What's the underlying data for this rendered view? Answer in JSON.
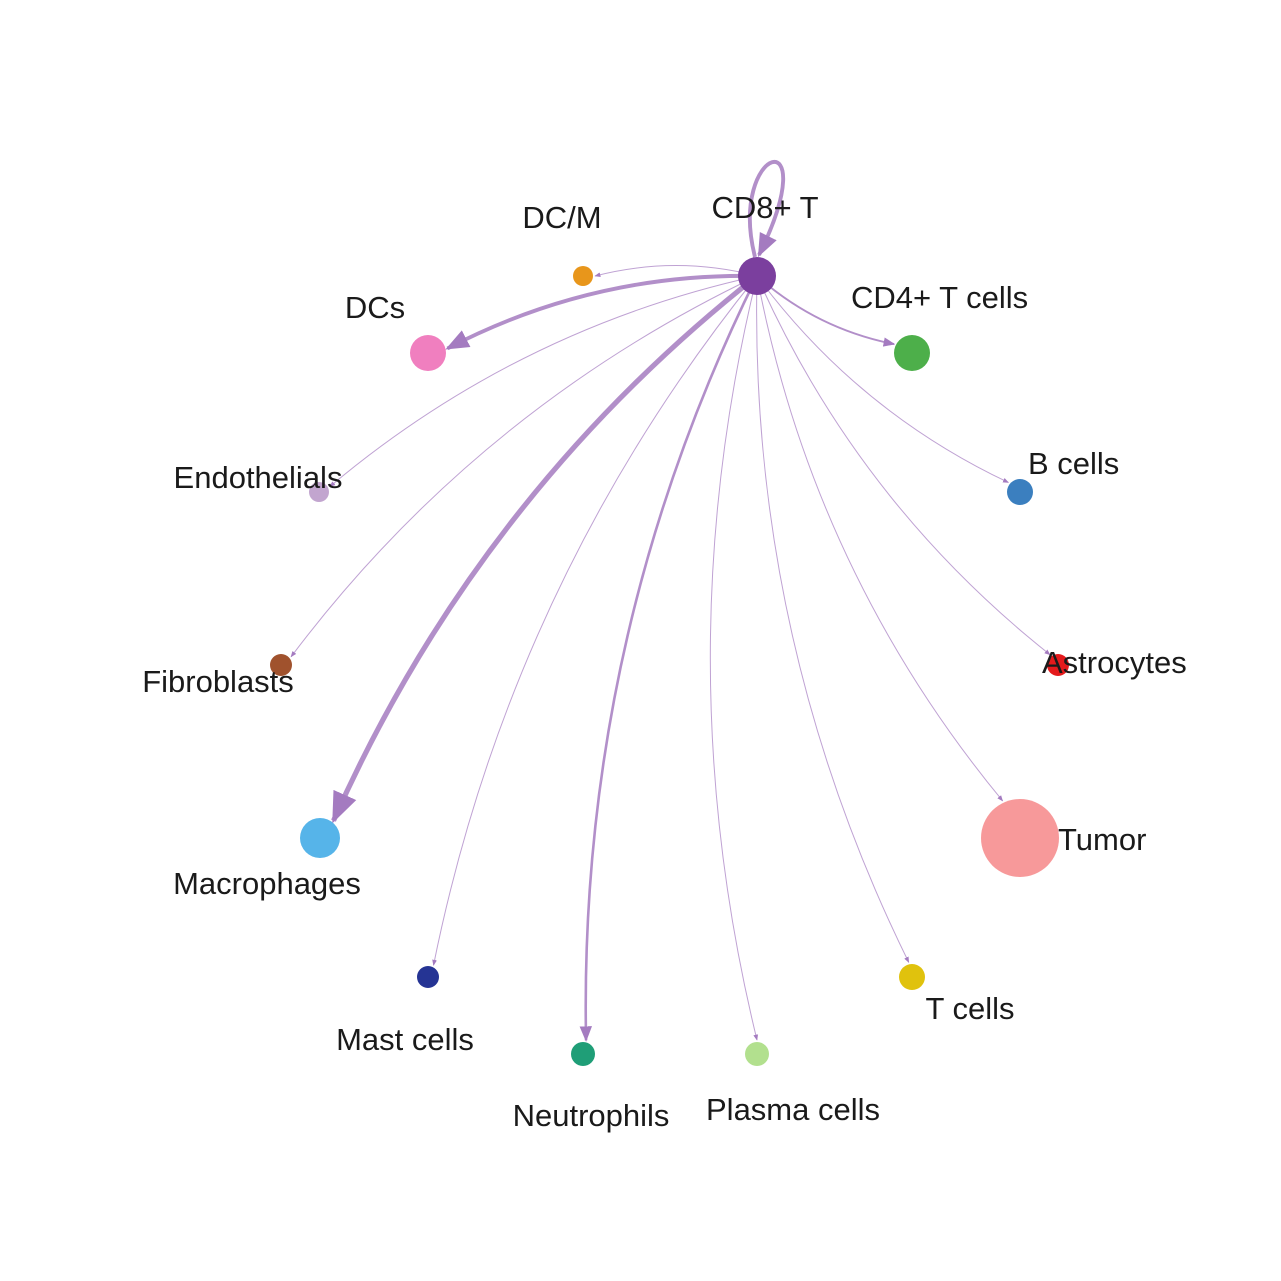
{
  "diagram": {
    "source_node": "CD8+ T",
    "edge_color": "#a47bc0",
    "nodes": [
      {
        "id": "cd8t",
        "label": "CD8+ T",
        "color": "#7b3f9e"
      },
      {
        "id": "dcm",
        "label": "DC/M",
        "color": "#e8961b"
      },
      {
        "id": "dcs",
        "label": "DCs",
        "color": "#f07fbf"
      },
      {
        "id": "cd4",
        "label": "CD4+ T cells",
        "color": "#4daf4a"
      },
      {
        "id": "endo",
        "label": "Endothelials",
        "color": "#c2a5cf"
      },
      {
        "id": "bcell",
        "label": "B cells",
        "color": "#3b7fbf"
      },
      {
        "id": "fibro",
        "label": "Fibroblasts",
        "color": "#a0522d"
      },
      {
        "id": "astro",
        "label": "Astrocytes",
        "color": "#e41a1c"
      },
      {
        "id": "macro",
        "label": "Macrophages",
        "color": "#56b4e9"
      },
      {
        "id": "tumor",
        "label": "Tumor",
        "color": "#f7999a"
      },
      {
        "id": "mast",
        "label": "Mast cells",
        "color": "#253494"
      },
      {
        "id": "tcell",
        "label": "T cells",
        "color": "#e0c20d"
      },
      {
        "id": "neut",
        "label": "Neutrophils",
        "color": "#1f9e77"
      },
      {
        "id": "plasma",
        "label": "Plasma cells",
        "color": "#b2e08e"
      }
    ],
    "edges": [
      {
        "from": "cd8t",
        "to": "cd8t",
        "weight": 3
      },
      {
        "from": "cd8t",
        "to": "dcm",
        "weight": 1
      },
      {
        "from": "cd8t",
        "to": "dcs",
        "weight": 3
      },
      {
        "from": "cd8t",
        "to": "cd4",
        "weight": 1.5
      },
      {
        "from": "cd8t",
        "to": "endo",
        "weight": 1
      },
      {
        "from": "cd8t",
        "to": "bcell",
        "weight": 1
      },
      {
        "from": "cd8t",
        "to": "fibro",
        "weight": 1
      },
      {
        "from": "cd8t",
        "to": "astro",
        "weight": 1
      },
      {
        "from": "cd8t",
        "to": "macro",
        "weight": 4
      },
      {
        "from": "cd8t",
        "to": "tumor",
        "weight": 1
      },
      {
        "from": "cd8t",
        "to": "mast",
        "weight": 1
      },
      {
        "from": "cd8t",
        "to": "tcell",
        "weight": 1
      },
      {
        "from": "cd8t",
        "to": "neut",
        "weight": 2
      },
      {
        "from": "cd8t",
        "to": "plasma",
        "weight": 1
      }
    ]
  }
}
